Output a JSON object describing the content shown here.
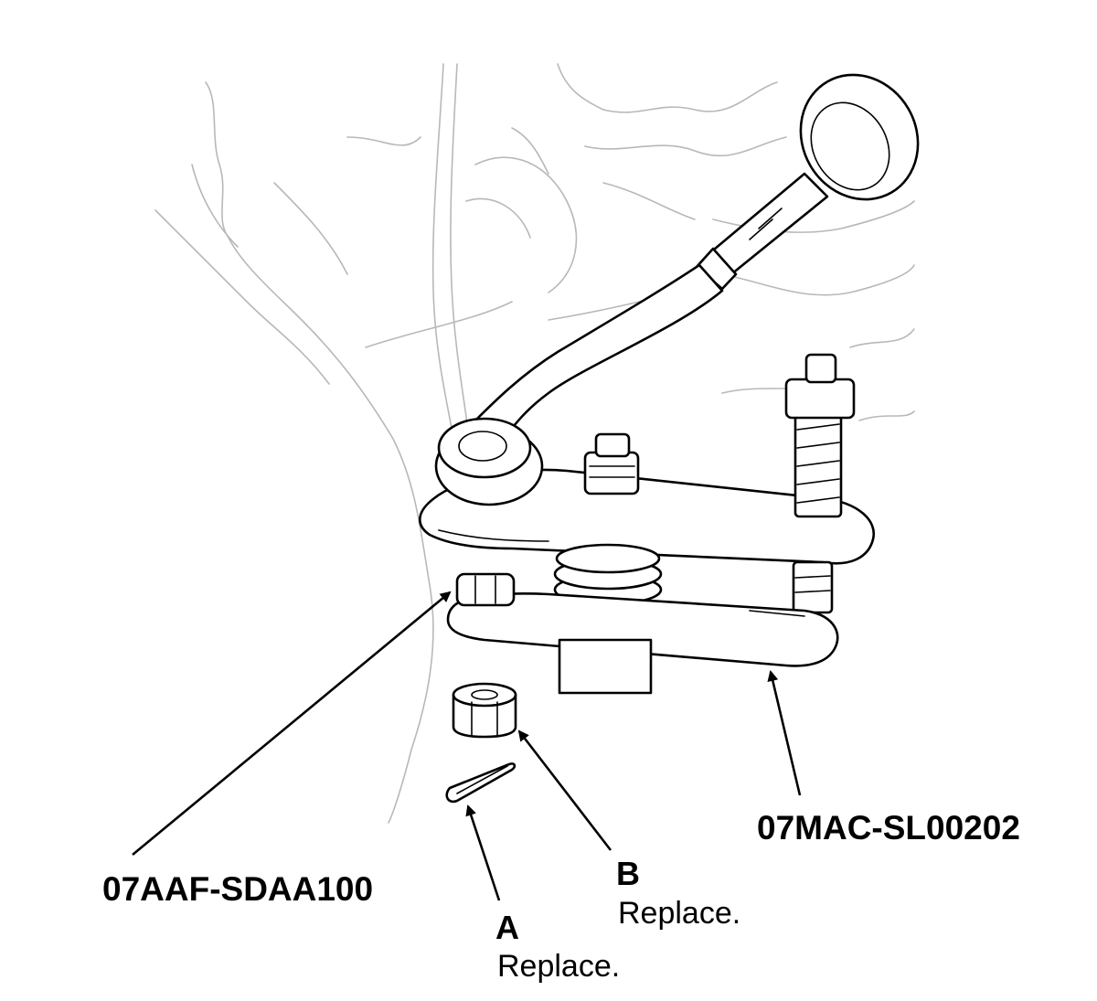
{
  "labels": {
    "tool_upper": "07MAC-SL00202",
    "tool_lower": "07AAF-SDAA100",
    "part_a_letter": "A",
    "part_a_note": "Replace.",
    "part_b_letter": "B",
    "part_b_note": "Replace."
  },
  "colors": {
    "linework": "#000000",
    "background_linework": "#b8b8b8",
    "paper": "#ffffff"
  }
}
